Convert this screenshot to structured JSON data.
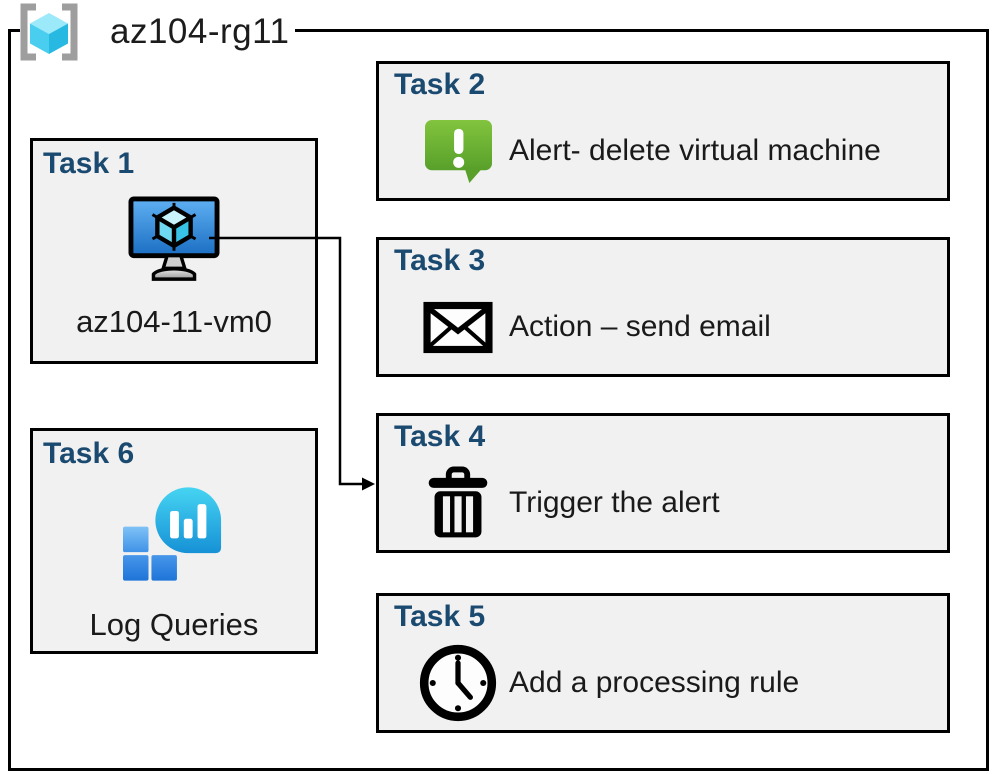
{
  "resource_group": {
    "name": "az104-rg11"
  },
  "tasks": [
    {
      "title": "Task 1",
      "label": "az104-11-vm0",
      "icon": "virtual-machine-icon"
    },
    {
      "title": "Task 2",
      "label": "Alert- delete virtual machine",
      "icon": "alert-message-icon"
    },
    {
      "title": "Task 3",
      "label": "Action – send email",
      "icon": "email-envelope-icon"
    },
    {
      "title": "Task 4",
      "label": "Trigger the alert",
      "icon": "trash-icon"
    },
    {
      "title": "Task 5",
      "label": "Add a processing rule",
      "icon": "clock-icon"
    },
    {
      "title": "Task 6",
      "label": "Log Queries",
      "icon": "log-analytics-icon"
    }
  ],
  "connection": {
    "from": "Task 1",
    "to": "Task 4"
  },
  "colors": {
    "task_title": "#1b4a70",
    "box_fill": "#f1f1f1",
    "box_border": "#000000",
    "alert_green_top": "#82c43e",
    "alert_green_bottom": "#58a02a",
    "vm_screen_top": "#5fb0f2",
    "vm_screen_bottom": "#1b6ec2",
    "log_balloon_top": "#46d4f2",
    "log_balloon_bottom": "#1691d6",
    "log_square_light": "#7fc2f6",
    "log_square_dark": "#1e74d8",
    "rg_cube": "#49cef0",
    "rg_bracket": "#9e9e9e"
  }
}
